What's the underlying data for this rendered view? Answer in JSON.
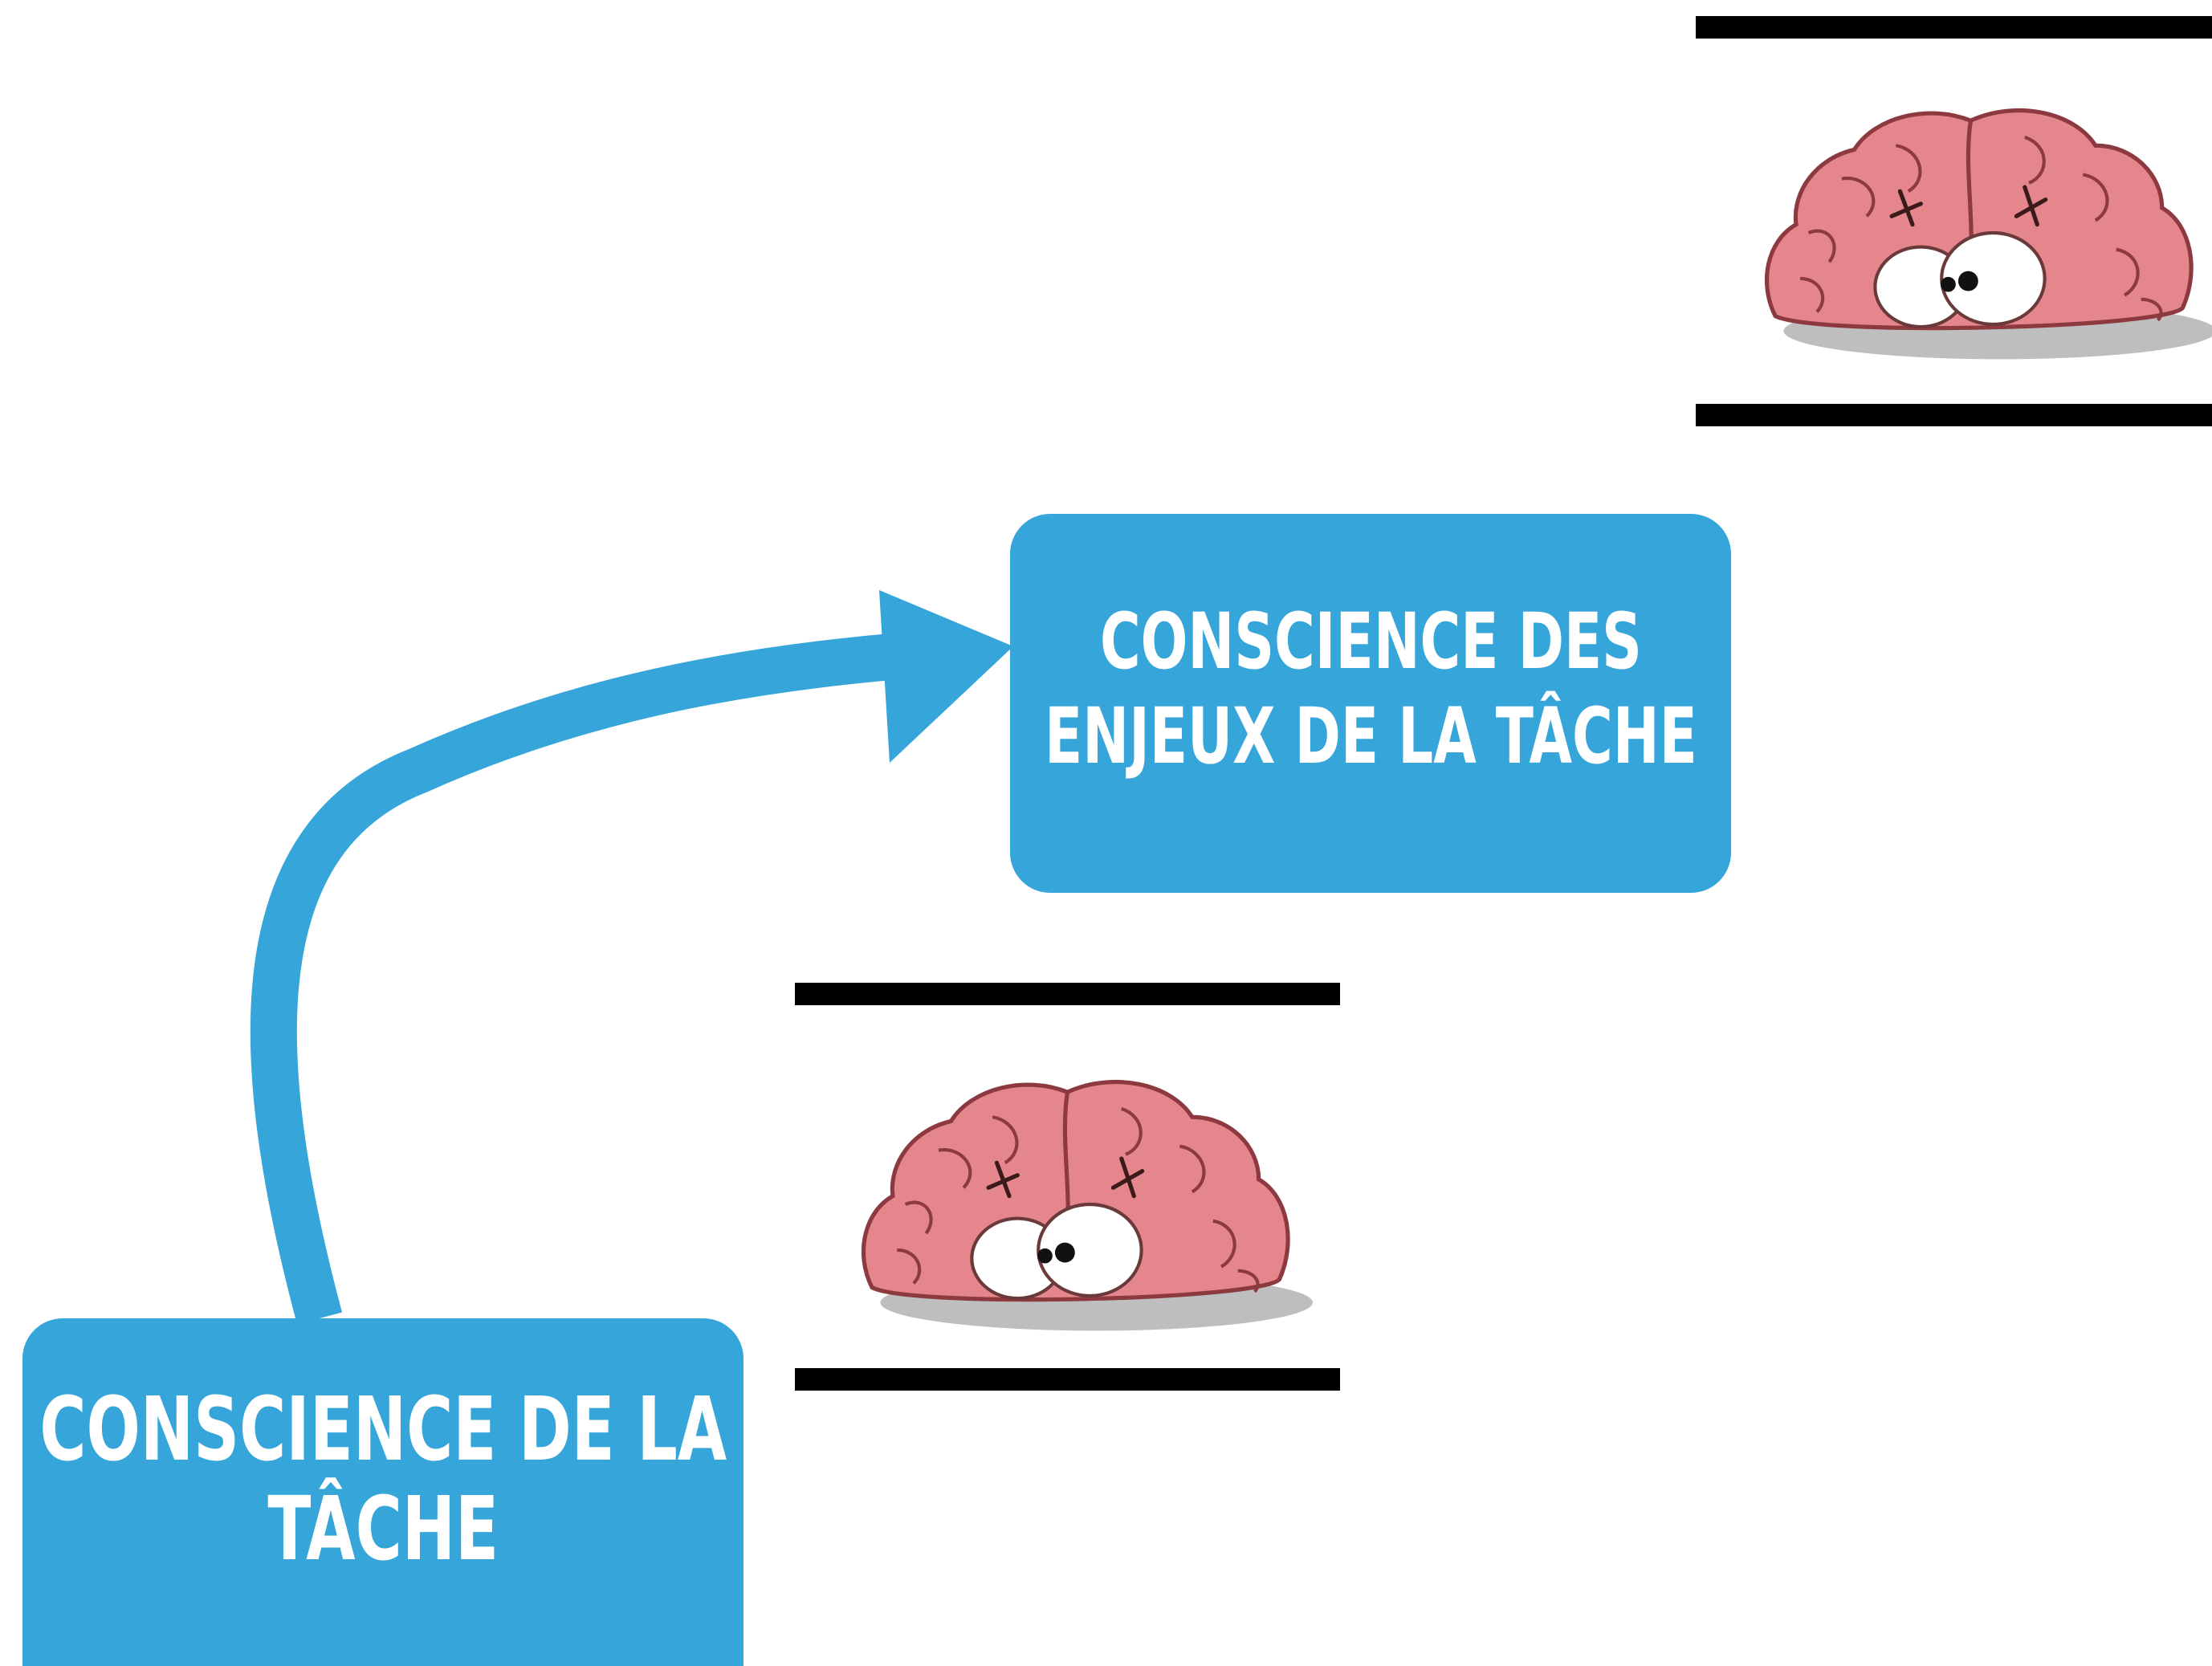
{
  "colors": {
    "box_fill": "#36a5da",
    "box_text": "#ffffff",
    "arrow": "#36a5da",
    "bar": "#000000",
    "brain_fill": "#e5868c",
    "brain_outline": "#8c3a40"
  },
  "nodes": {
    "top": {
      "line1": "CONSCIENCE DES",
      "line2": "ENJEUX DE LA TÂCHE"
    },
    "bottom": {
      "line1": "CONSCIENCE DE LA",
      "line2": "TÂCHE"
    }
  },
  "icons": {
    "brain": "cartoon-brain-icon",
    "arrow": "curved-arrow-icon"
  }
}
